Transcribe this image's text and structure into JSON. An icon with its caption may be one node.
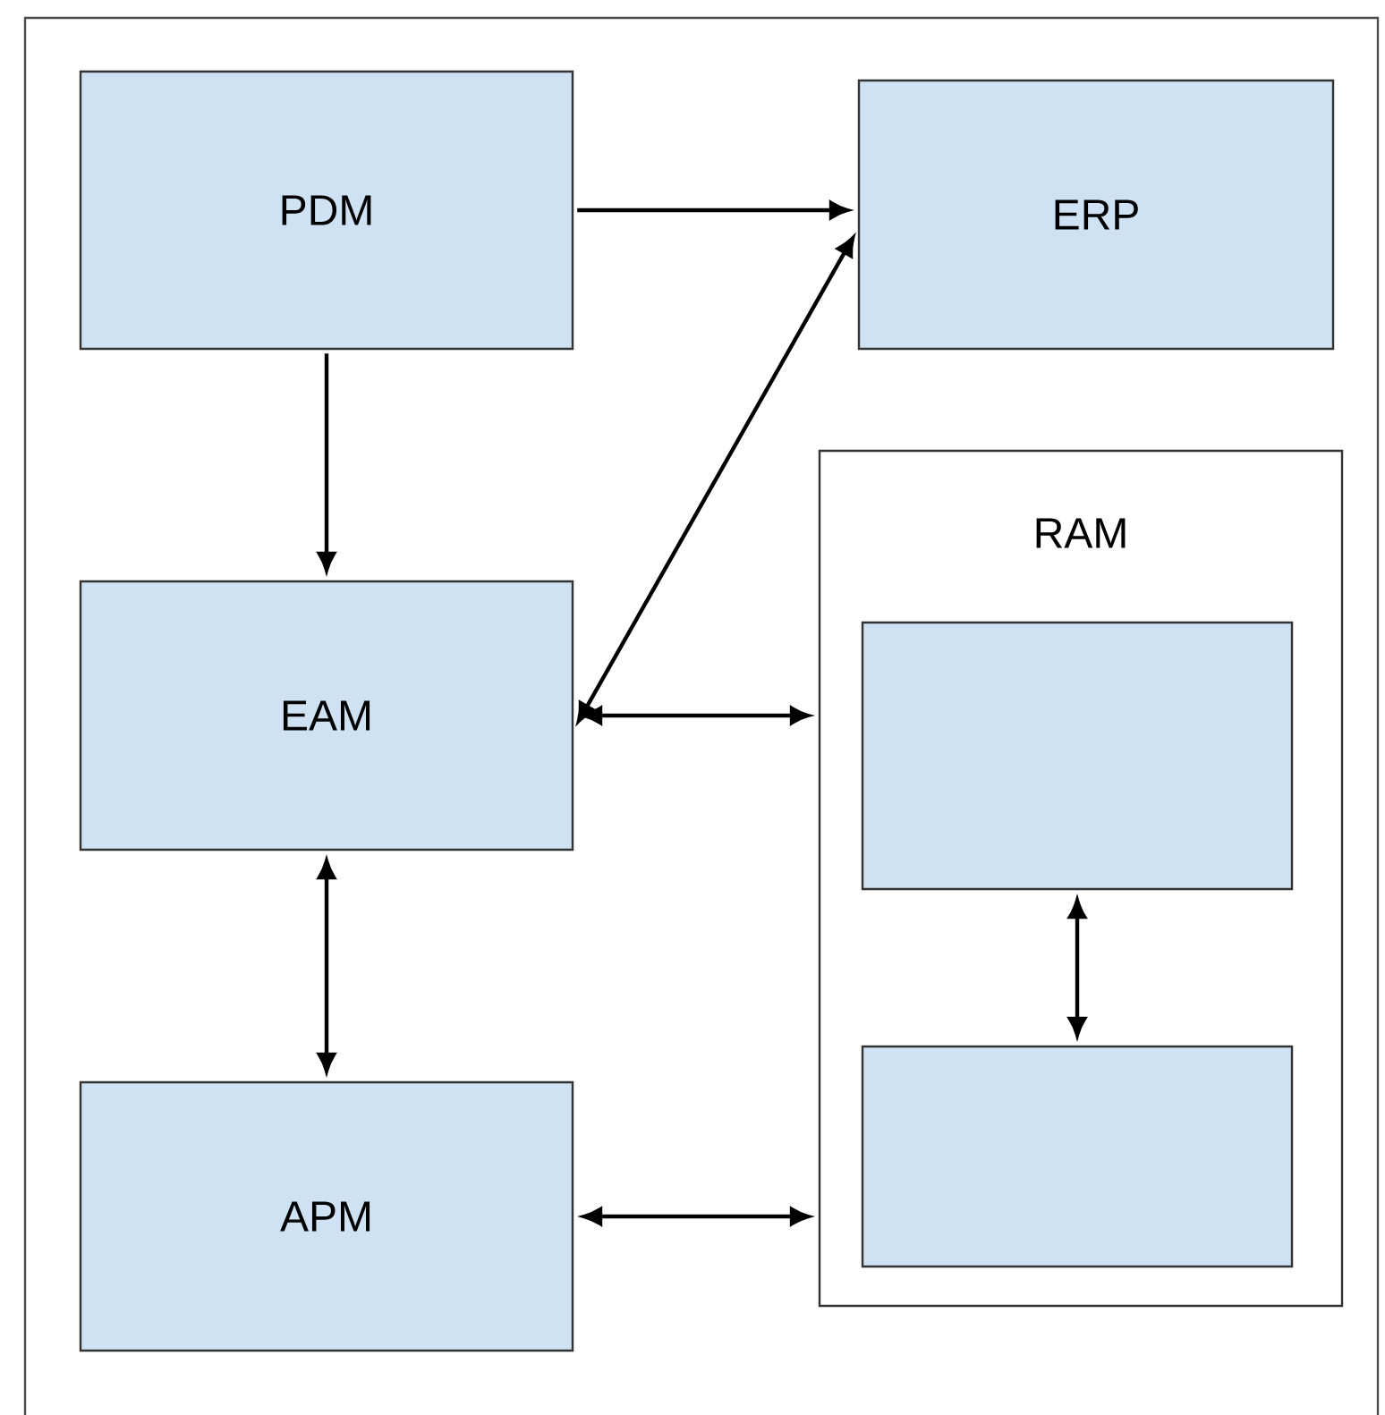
{
  "diagram": {
    "nodes": [
      {
        "text": [
          "PDM"
        ]
      },
      {
        "text": [
          "ERP"
        ]
      },
      {
        "text": [
          "EAM"
        ]
      },
      {
        "text": [
          "RAM"
        ]
      },
      {
        "text": [],
        "shape": "box",
        "in": 3
      },
      {
        "text": [
          "APM"
        ]
      },
      {
        "text": [],
        "shape": "box",
        "in": 3
      }
    ],
    "edges": [
      {
        "from": 0,
        "to": 1,
        "arrow": "to"
      },
      {
        "from": 0,
        "to": 2,
        "arrow": "to"
      },
      {
        "from": 2,
        "to": 1,
        "arrow": "both"
      },
      {
        "from": 2,
        "to": 3,
        "arrow": "both"
      },
      {
        "from": 2,
        "to": 5,
        "arrow": "both"
      },
      {
        "from": 4,
        "to": 6,
        "arrow": "both"
      },
      {
        "from": 5,
        "to": 3,
        "arrow": "both"
      }
    ]
  }
}
